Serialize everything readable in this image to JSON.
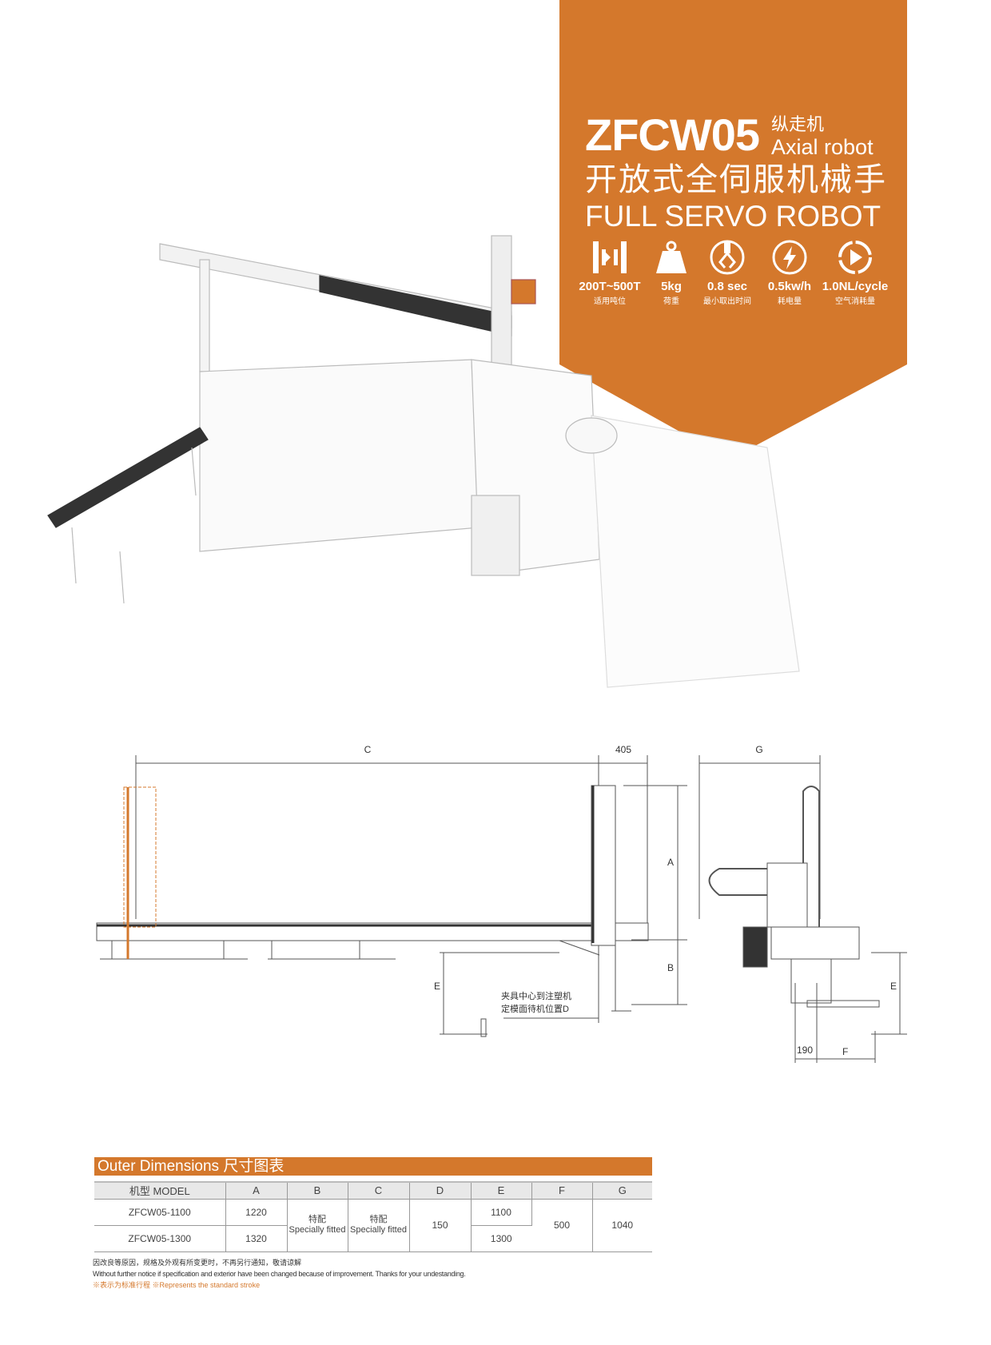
{
  "header": {
    "model": "ZFCW05",
    "type_cn": "纵走机",
    "type_en": "Axial robot",
    "subtitle_cn": "开放式全伺服机械手",
    "subtitle_en": "FULL SERVO ROBOT"
  },
  "specs": [
    {
      "icon": "tonnage-icon",
      "value": "200T~500T",
      "label": "适用吨位"
    },
    {
      "icon": "weight-icon",
      "value": "5kg",
      "label": "荷重"
    },
    {
      "icon": "gripper-icon",
      "value": "0.8 sec",
      "label": "最小取出时间"
    },
    {
      "icon": "lightning-icon",
      "value": "0.5kw/h",
      "label": "耗电量"
    },
    {
      "icon": "air-cycle-icon",
      "value": "1.0NL/cycle",
      "label": "空气消耗量"
    }
  ],
  "drawing": {
    "dim_c": "C",
    "dim_405": "405",
    "dim_g": "G",
    "dim_a": "A",
    "dim_b": "B",
    "dim_e_left": "E",
    "dim_e_right": "E",
    "dim_190": "190",
    "dim_f": "F",
    "note_line1": "夹具中心到注塑机",
    "note_line2": "定模面待机位置D"
  },
  "table": {
    "title": "Outer Dimensions  尺寸图表",
    "headers": [
      "机型 MODEL",
      "A",
      "B",
      "C",
      "D",
      "E",
      "F",
      "G"
    ],
    "rows": [
      {
        "model": "ZFCW05-1100",
        "a": "1220",
        "e": "1100"
      },
      {
        "model": "ZFCW05-1300",
        "a": "1320",
        "e": "1300"
      }
    ],
    "b_cn": "特配",
    "b_en": "Specially fitted",
    "c_cn": "特配",
    "c_en": "Specially fitted",
    "d": "150",
    "f": "500",
    "g": "1040"
  },
  "notes": {
    "cn": "因改良等原因，规格及外观有所变更时，不再另行通知，敬请谅解",
    "en": "Without further notice if specification and exterior have been changed because of improvement. Thanks for your undestanding.",
    "stroke": "※表示为标准行程  ※Represents the standard stroke"
  },
  "colors": {
    "accent": "#D4782C"
  }
}
